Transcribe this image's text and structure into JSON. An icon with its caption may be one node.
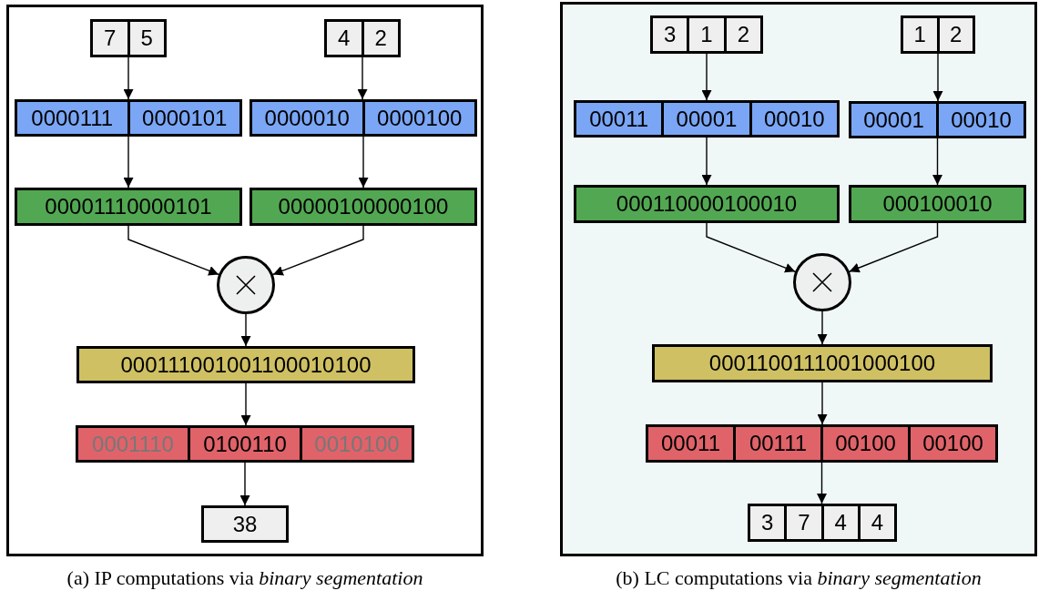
{
  "diagram": {
    "nodes": [
      {
        "text": [
          "(a) IP computations via *binary segmentation*"
        ]
      },
      {
        "text": [
          "7",
          "5"
        ],
        "in": 0
      },
      {
        "text": [
          "4",
          "2"
        ],
        "in": 0
      },
      {
        "text": [
          "0000111",
          "0000101"
        ],
        "in": 0
      },
      {
        "text": [
          "0000010",
          "0000100"
        ],
        "in": 0
      },
      {
        "text": [
          "00001110000101"
        ],
        "in": 0
      },
      {
        "text": [
          "00000100000100"
        ],
        "in": 0
      },
      {
        "text": [],
        "shape": "circle",
        "in": 0
      },
      {
        "text": [
          "000111001001100010100"
        ],
        "in": 0
      },
      {
        "text": [
          "0001110",
          "0100110",
          "0010100"
        ],
        "in": 0
      },
      {
        "text": [
          "38"
        ],
        "in": 0
      },
      {
        "text": [
          "(b) LC computations via *binary segmentation*"
        ]
      },
      {
        "text": [
          "3",
          "1",
          "2"
        ],
        "in": 11
      },
      {
        "text": [
          "1",
          "2"
        ],
        "in": 11
      },
      {
        "text": [
          "00011",
          "00001",
          "00010"
        ],
        "in": 11
      },
      {
        "text": [
          "00001",
          "00010"
        ],
        "in": 11
      },
      {
        "text": [
          "000110000100010"
        ],
        "in": 11
      },
      {
        "text": [
          "000100010"
        ],
        "in": 11
      },
      {
        "text": [],
        "shape": "circle",
        "in": 11
      },
      {
        "text": [
          "0001100111001000100"
        ],
        "in": 11
      },
      {
        "text": [
          "00011",
          "00111",
          "00100",
          "00100"
        ],
        "in": 11
      },
      {
        "text": [
          "3",
          "7",
          "4",
          "4"
        ],
        "in": 11
      }
    ],
    "edges": [
      {
        "from": 1,
        "to": 3,
        "arrow": "to"
      },
      {
        "from": 3,
        "to": 5,
        "arrow": "to"
      },
      {
        "from": 2,
        "to": 4,
        "arrow": "to"
      },
      {
        "from": 4,
        "to": 6,
        "arrow": "to"
      },
      {
        "from": 5,
        "to": 7,
        "arrow": "to"
      },
      {
        "from": 6,
        "to": 7,
        "arrow": "to"
      },
      {
        "from": 7,
        "to": 8,
        "arrow": "to"
      },
      {
        "from": 8,
        "to": 9,
        "arrow": "to"
      },
      {
        "from": 9,
        "to": 10,
        "arrow": "to"
      },
      {
        "from": 12,
        "to": 14,
        "arrow": "to"
      },
      {
        "from": 14,
        "to": 16,
        "arrow": "to"
      },
      {
        "from": 13,
        "to": 15,
        "arrow": "to"
      },
      {
        "from": 15,
        "to": 17,
        "arrow": "to"
      },
      {
        "from": 16,
        "to": 18,
        "arrow": "to"
      },
      {
        "from": 17,
        "to": 18,
        "arrow": "to"
      },
      {
        "from": 18,
        "to": 19,
        "arrow": "to"
      },
      {
        "from": 19,
        "to": 20,
        "arrow": "to"
      },
      {
        "from": 20,
        "to": 21,
        "arrow": "to"
      }
    ]
  }
}
